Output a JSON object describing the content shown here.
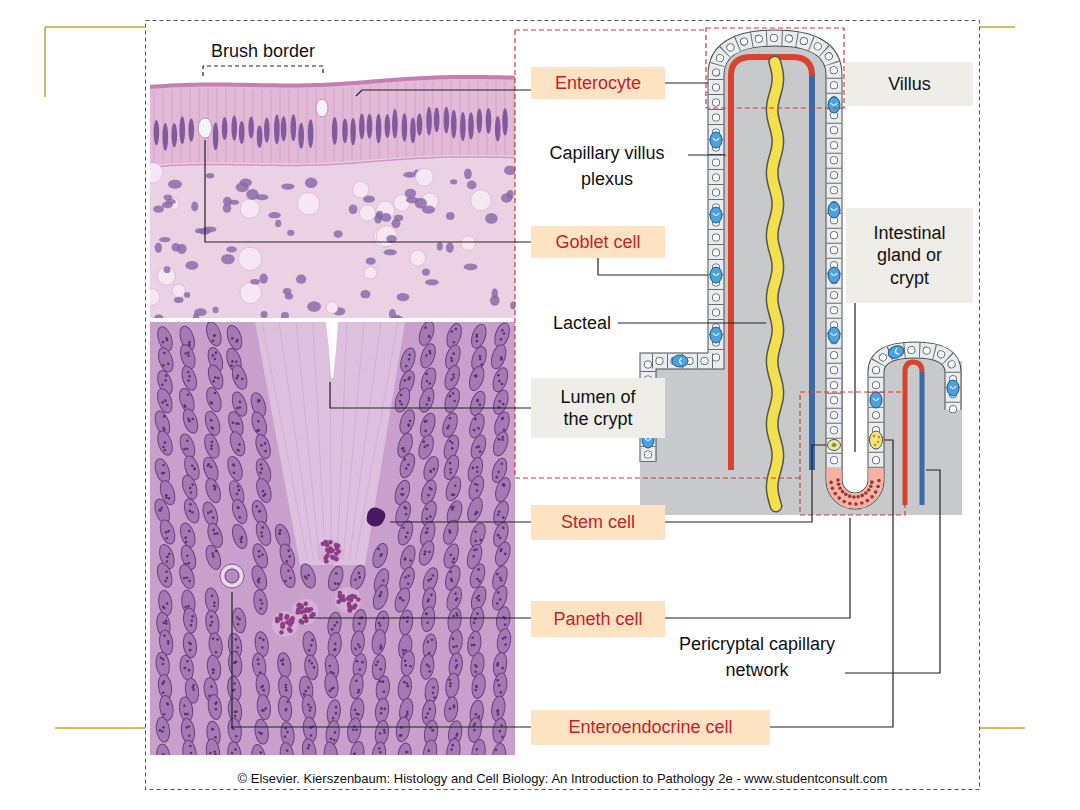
{
  "diagram": {
    "nodes": [
      {
        "text": [
          "Enterocyte"
        ]
      },
      {
        "text": [
          "Villus"
        ]
      },
      {
        "text": [
          "Goblet cell"
        ]
      },
      {
        "text": [
          "Intestinal gland or crypt"
        ]
      },
      {
        "text": [
          "Lumen of the crypt"
        ]
      },
      {
        "text": [
          "Stem cell"
        ]
      },
      {
        "text": [
          "Paneth cell"
        ]
      },
      {
        "text": [
          "Enteroendocrine cell"
        ]
      }
    ],
    "labels": [
      "Brush border",
      "Capillary villus plexus",
      "Lacteal",
      "Pericryptal capillary network",
      "© Elsevier. Kierszenbaum: Histology and Cell Biology: An Introduction to Pathology 2e - www.studentconsult.com"
    ]
  }
}
